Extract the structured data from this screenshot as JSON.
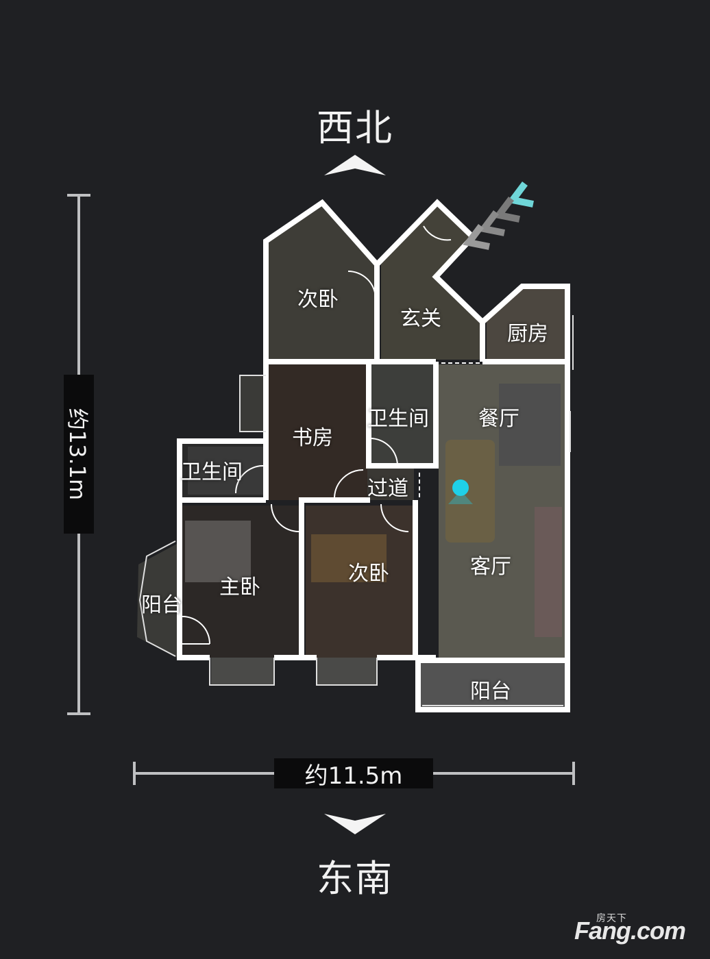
{
  "compass": {
    "top": "西北",
    "bottom": "东南"
  },
  "dimensions": {
    "vertical": "约13.1m",
    "horizontal": "约11.5m"
  },
  "rooms": {
    "bedroom_nw": "次卧",
    "entrance": "玄关",
    "kitchen": "厨房",
    "bathroom_center": "卫生间",
    "dining": "餐厅",
    "study": "书房",
    "bathroom_west": "卫生间",
    "corridor": "过道",
    "bedroom_center": "次卧",
    "living": "客厅",
    "master_bedroom": "主卧",
    "balcony_west": "阳台",
    "balcony_south": "阳台"
  },
  "watermark": {
    "small": "房天下",
    "big": "Fang.com"
  },
  "colors": {
    "background": "#1f2023",
    "wall": "#ffffff",
    "marker": "#1fd0e8",
    "arrow_accent": "#6fd6d8",
    "arrow_muted": "#8a8a8a"
  }
}
